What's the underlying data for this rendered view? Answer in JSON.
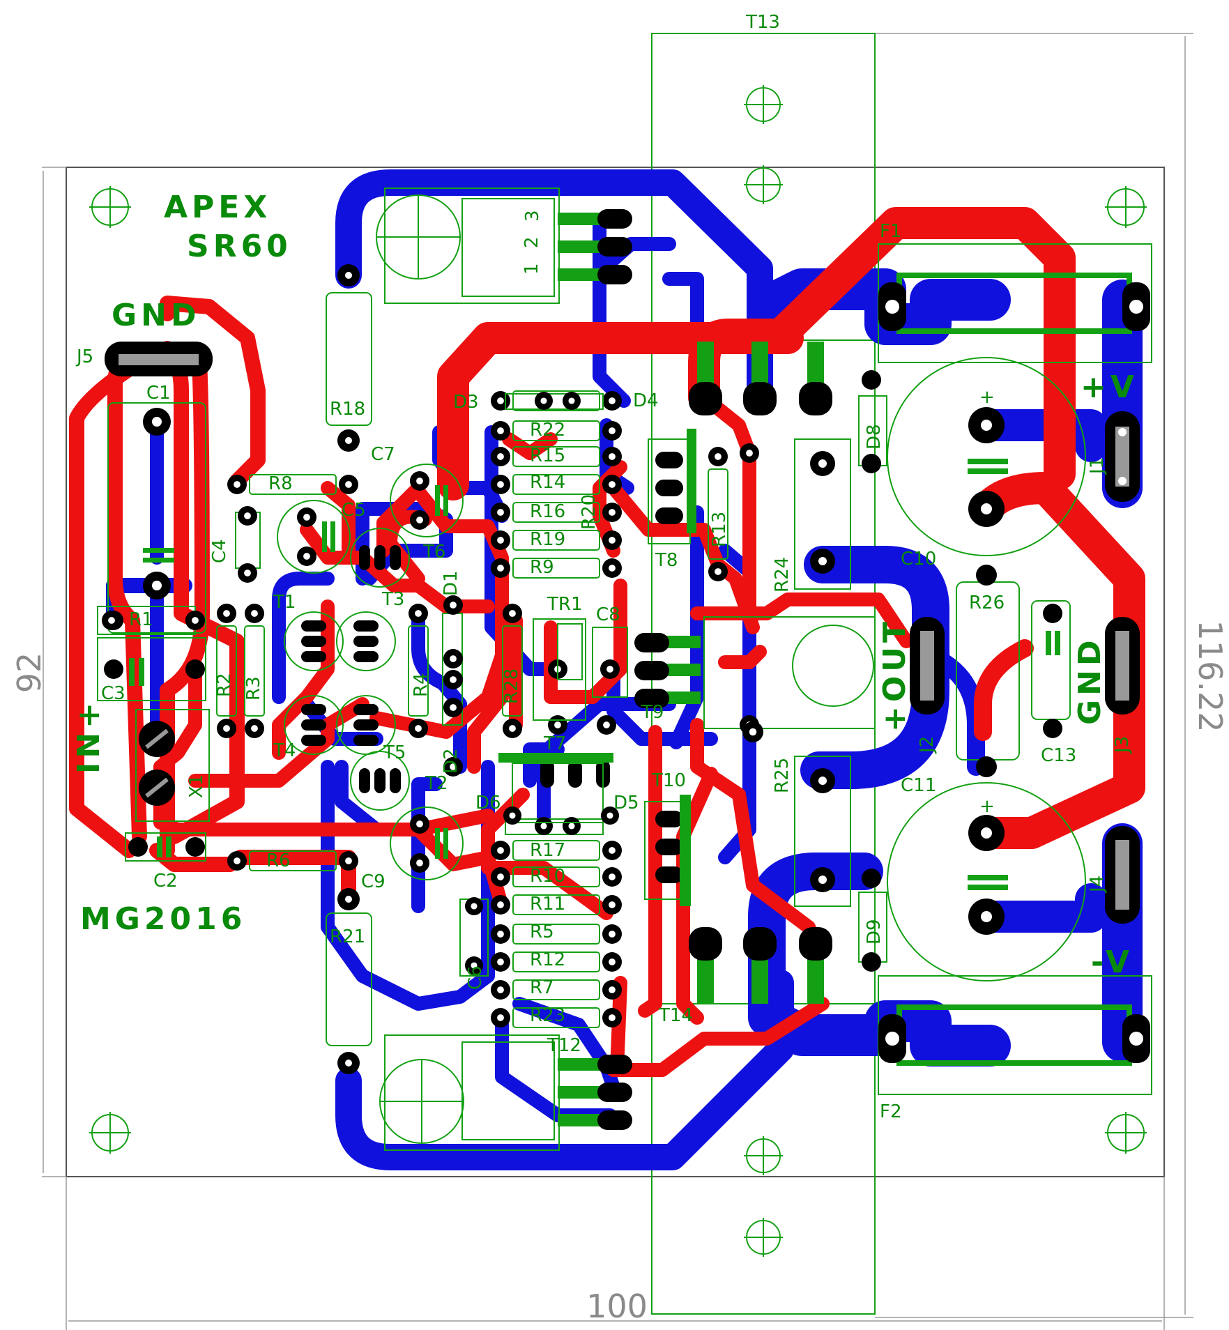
{
  "board": {
    "title_line1": "APEX",
    "title_line2": "SR60",
    "footer": "MG2016",
    "dim_width": "100",
    "dim_height": "92",
    "dim_height_total": "116.22",
    "heatsink_top": "T13",
    "heatsink_bottom": "T14"
  },
  "connectors": {
    "gnd_in": "GND",
    "in_plus": "IN+",
    "x1": "X1",
    "j5": "J5",
    "j1": "J1",
    "j2": "J2",
    "j3": "J3",
    "j4": "J4",
    "plus_v": "+V",
    "minus_v": "-V",
    "out": "+OUT",
    "gnd_out": "GND",
    "f1": "F1",
    "f2": "F2"
  },
  "components": {
    "resistors": [
      "R1",
      "R2",
      "R3",
      "R4",
      "R5",
      "R6",
      "R7",
      "R8",
      "R9",
      "R10",
      "R11",
      "R12",
      "R13",
      "R14",
      "R15",
      "R16",
      "R17",
      "R18",
      "R19",
      "R20",
      "R21",
      "R22",
      "R23",
      "R24",
      "R25",
      "R26",
      "R28"
    ],
    "capacitors": [
      "C1",
      "C2",
      "C3",
      "C4",
      "C5",
      "C6",
      "C7",
      "C8",
      "C9",
      "C10",
      "C11",
      "C13"
    ],
    "transistors": [
      "T1",
      "T2",
      "T3",
      "T4",
      "T5",
      "T6",
      "T7",
      "T8",
      "T9",
      "T10",
      "T12",
      "TR1"
    ],
    "diodes": [
      "D1",
      "D2",
      "D3",
      "D4",
      "D5",
      "D6",
      "D8",
      "D9"
    ],
    "pin_numbers": [
      "1",
      "2",
      "3"
    ],
    "cap_plus": "+"
  },
  "colors": {
    "top_copper": "#ee1111",
    "bottom_copper": "#1111dd",
    "silkscreen": "#14a014",
    "pad": "#000000",
    "dimension": "#8a8a8a"
  }
}
